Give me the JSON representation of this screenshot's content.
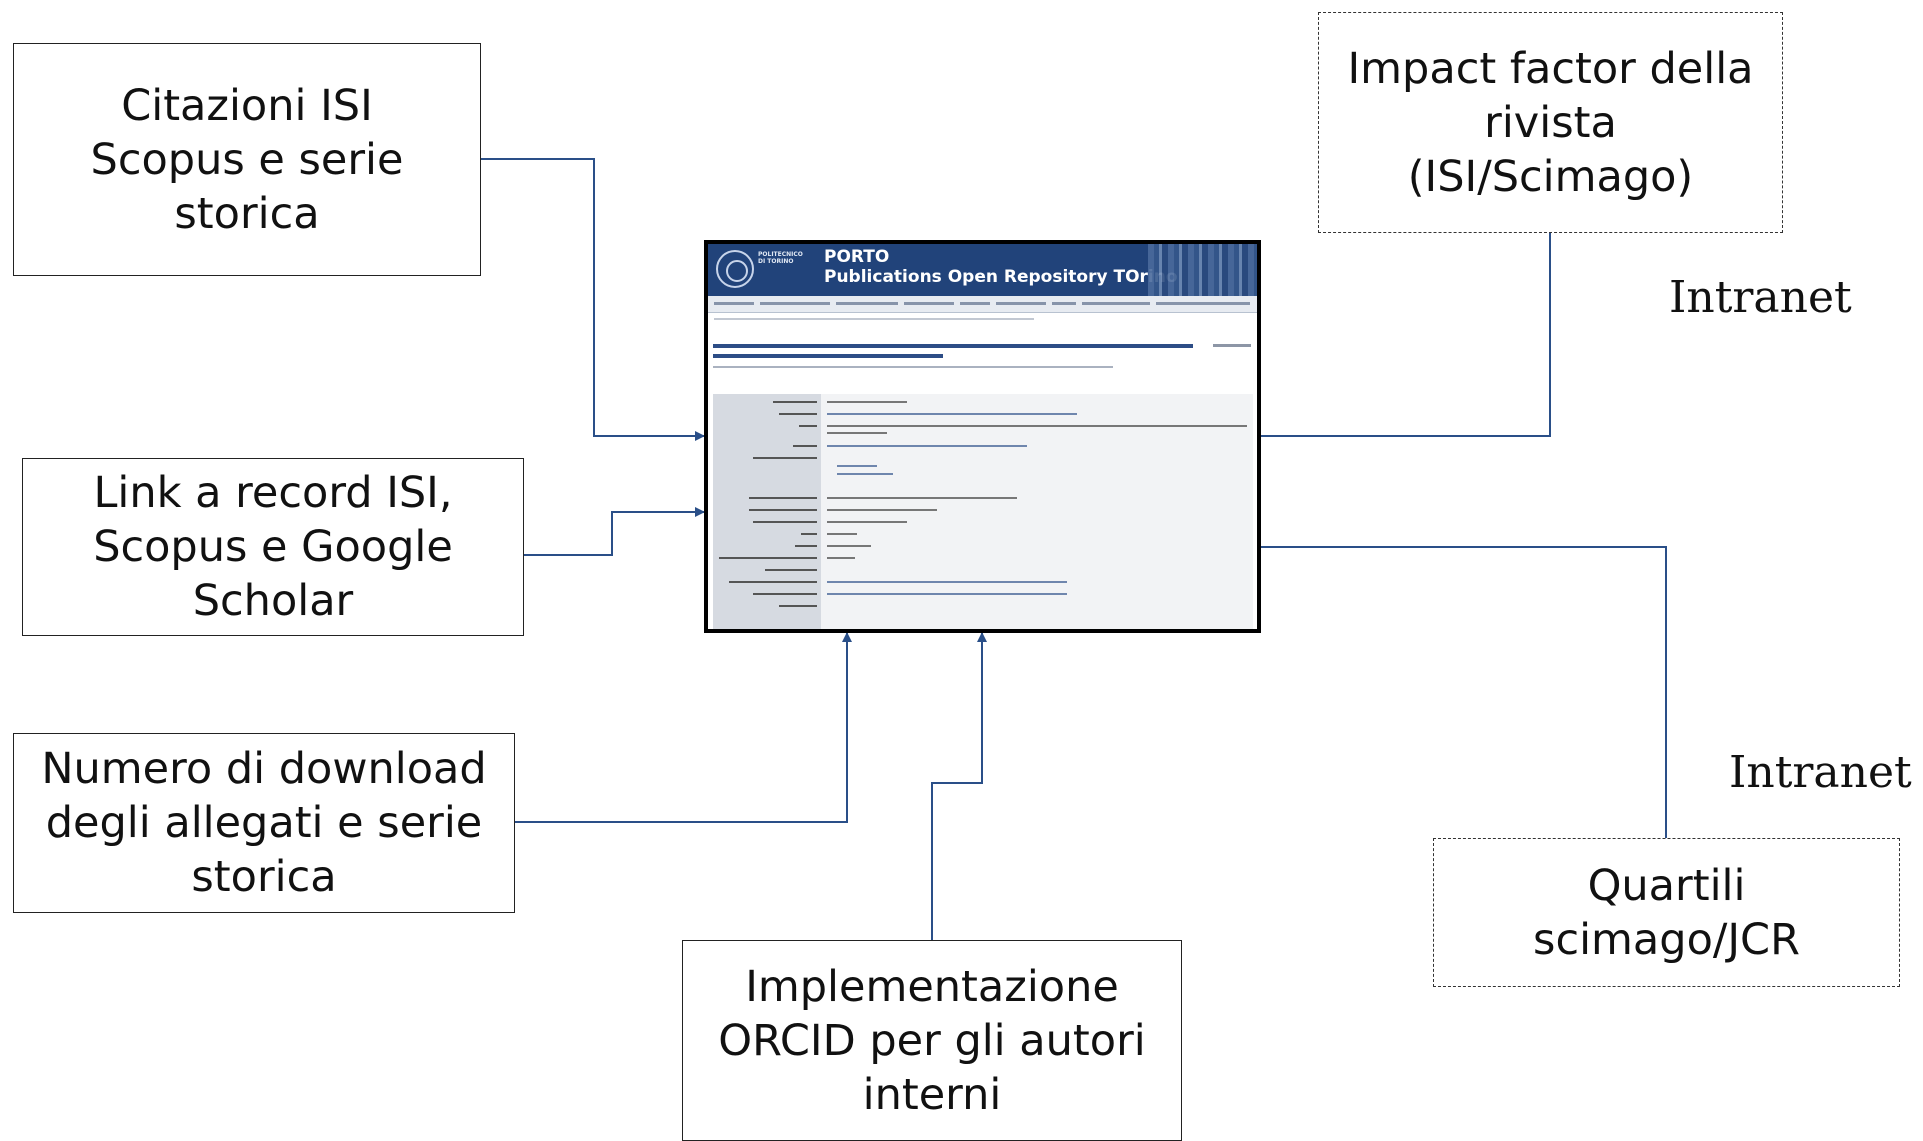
{
  "boxes": {
    "citazioni": "Citazioni ISI\nScopus e serie\nstorica",
    "link_record": "Link a record ISI,\nScopus e Google\nScholar",
    "download": "Numero di download\ndegli allegati e serie\nstorica",
    "orcid": "Implementazione\nORCID per gli autori\ninterni",
    "impact_factor": "Impact factor della\nrivista\n(ISI/Scimago)",
    "quartili": "Quartili\nscimago/JCR"
  },
  "labels": {
    "intranet_top": "Intranet",
    "intranet_bottom": "Intranet"
  },
  "screenshot": {
    "university": "POLITECNICO DI TORINO",
    "title": "PORTO",
    "subtitle": "Publications Open Repository TOrino"
  },
  "colors": {
    "connector": "#2a4f88",
    "banner": "#21437a"
  }
}
